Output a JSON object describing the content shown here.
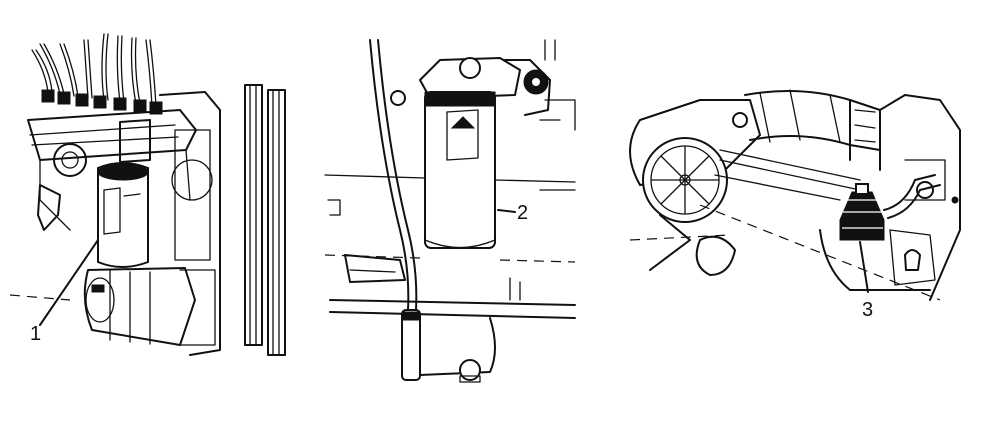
{
  "panels": [
    {
      "callout": "1"
    },
    {
      "callout": "2"
    },
    {
      "callout": "3"
    }
  ]
}
